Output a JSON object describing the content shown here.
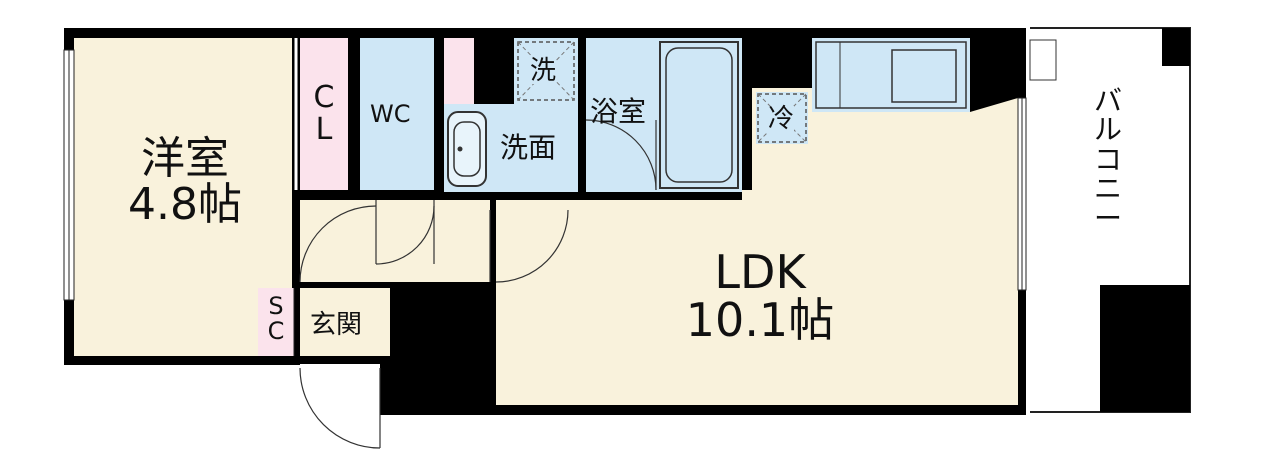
{
  "colors": {
    "wall": "#000000",
    "western_room_floor": "#f9f2dc",
    "ldk_floor": "#f9f2dc",
    "wet_area": "#cfe7f6",
    "closet": "#fbe3ec",
    "outline": "#222222"
  },
  "rooms": {
    "western_room": {
      "name": "洋室",
      "size": "4.8帖"
    },
    "closet": {
      "line1": "C",
      "line2": "L"
    },
    "toilet": {
      "name": "WC"
    },
    "washroom": {
      "name": "洗面"
    },
    "washer_space": {
      "name": "洗"
    },
    "bathroom": {
      "name": "浴室"
    },
    "fridge_space": {
      "name": "冷"
    },
    "ldk": {
      "name": "LDK",
      "size": "10.1帖"
    },
    "shoe_closet": {
      "line1": "S",
      "line2": "C"
    },
    "entrance": {
      "name": "玄関"
    },
    "balcony": {
      "chars": [
        "バ",
        "ル",
        "コ",
        "ニ",
        "ー"
      ]
    }
  }
}
